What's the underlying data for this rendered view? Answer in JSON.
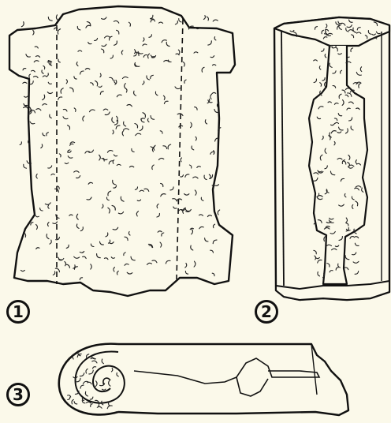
{
  "steps": [
    {
      "number": "1"
    },
    {
      "number": "2"
    },
    {
      "number": "3"
    }
  ],
  "colors": {
    "background": "#fbf9ea",
    "ink": "#111111"
  }
}
